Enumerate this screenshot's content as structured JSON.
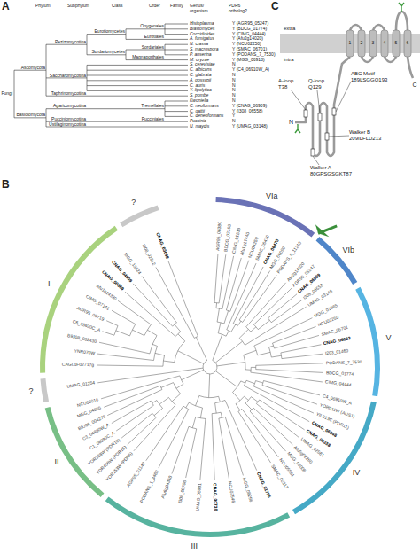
{
  "diagram": {
    "labels": [
      "A",
      "Phylum",
      "Subphylum",
      "Class",
      "Order",
      "Family",
      "Genus/ organism",
      "PDR6 ortholog?",
      "Fungi",
      "Ascomycota",
      "Basidiomycota",
      "Pezizomycotina",
      "Saccharomycotina",
      "Taphrinomycotina",
      "Agaricomycotina",
      "Pucciniomycotina",
      "Ustilaginomycotina",
      "Eurotiomycetes",
      "Sordariomycetes",
      "Onygenales",
      "Eurotiales",
      "Sordariales",
      "Magnaporthales",
      "Tremellales",
      "Pucciniales",
      "Histoplasma",
      "Blastomyces",
      "Coccidioides",
      "A. fumigatus",
      "N. crassa",
      "S. macrospora",
      "P. anserina",
      "M. oryzae",
      "S. cerevisiae",
      "C. albicans",
      "C. glabrata",
      "A. gossypii",
      "C. auris",
      "Y. lipolytica",
      "S. pombe",
      "Kwoniella",
      "C. neoformans",
      "C. gattii",
      "C. deneoformans",
      "Puccinia",
      "U. maydis",
      "Y (AGR95_05247)",
      "Y (BDCG_01774)",
      "Y (CIMG_04444)",
      "Y (Afu2g14020)",
      "Y (NCU02250)",
      "Y (SMAC_06701)",
      "Y (PODANS_7_7530)",
      "Y (MGG_06918)",
      "N",
      "Y (C4_06910W_A)",
      "N",
      "N",
      "N",
      "N",
      "N",
      "N",
      "Y (CNAG_06909)",
      "Y (I308_06558)",
      "Y",
      "N",
      "Y (UMAG_03148)",
      "C",
      "extra",
      "intra",
      "N",
      "C",
      "A-loop T38",
      "Q-loop Q129",
      "ABC Motif 189LSGGQ193",
      "Walker B 209ILFLD213",
      "Walker A 80GPSGSGKT87",
      "1",
      "2",
      "3",
      "4",
      "5",
      "6",
      "B",
      "VIa",
      "VIb",
      "V",
      "IV",
      "III",
      "II",
      "?",
      "I",
      "?",
      "AGR95_06380",
      "BDCG_02163",
      "CIMG_01516",
      "Afu1g17440",
      "NCU04259",
      "SMAC_06470",
      "CNAG_06470",
      "MGG_06099",
      "PODANS_6_11210",
      "Afu2g14020",
      "AGR95_05247",
      "CNAG_06909",
      "I308_06558",
      "UMAG_03148",
      "MGG_01565",
      "NCU02250",
      "SMAC_06701",
      "CNAG_06633",
      "I203_01460",
      "PODANS_7_7530",
      "BDCG_01774",
      "CIMG_04444",
      "C4_06910W_A",
      "YOR011W (AUS1)",
      "YIL013C (PDR11)",
      "CNAG_06348",
      "CNAG_06338",
      "UMAG_02581",
      "Afu5g02260",
      "MGG_03008",
      "NCU05591",
      "SMAC_02317",
      "CNAG_01795",
      "MGG_08256",
      "NCU07546",
      "CNAG_00730",
      "UMAG_05981",
      "I308_00706",
      "Afu6g04360",
      "PODANS_1_3460",
      "AGR95_01142",
      "YOR153W (PDR5)",
      "YDR406W (PDR15)",
      "YOR328W (PDR10)",
      "C1_06090C_A",
      "C3_04890W_A",
      "B9J08_004275",
      "MGG_04855",
      "NCU06016",
      "UMAG_01254",
      "CAGL0F02717g",
      "YNR070W",
      "B9J08_002430",
      "C6_03620C_A",
      "AGR95_00719",
      "CIMG_07141",
      "Afu1g14330",
      "CNAG_00869",
      "CNAG_04909",
      "MGG_13624",
      "I308_02812",
      "CNAG_03098"
    ]
  }
}
